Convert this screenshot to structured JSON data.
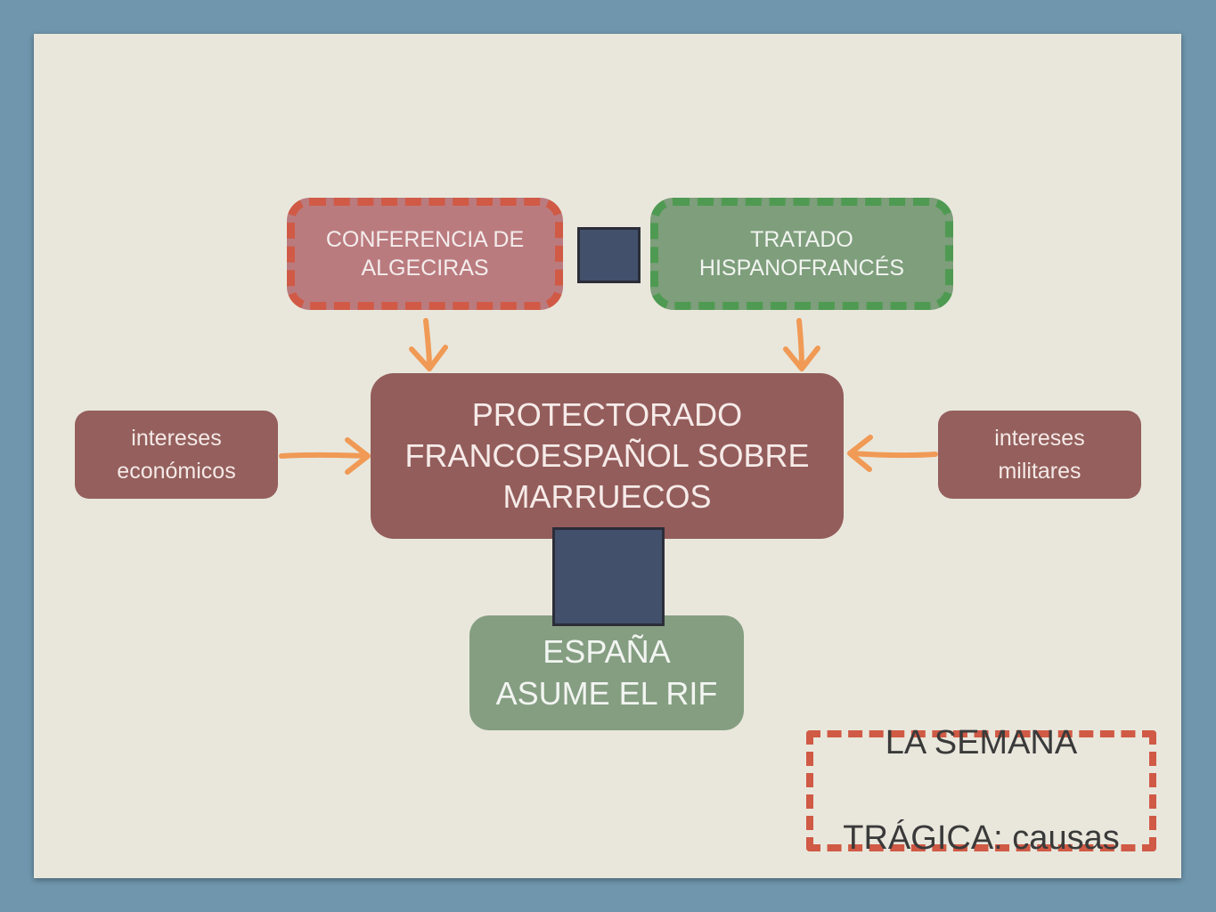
{
  "diagram": {
    "conferencia": "CONFERENCIA DE\nALGECIRAS",
    "tratado": "TRATADO\nHISPANOFRANCÉS",
    "protectorado": "PROTECTORADO\nFRANCOESPAÑOL SOBRE\nMARRUECOS",
    "intereses_economicos": "intereses\neconómicos",
    "intereses_militares": "intereses\nmilitares",
    "espana": "ESPAÑA\nASUME EL RIF"
  },
  "title": {
    "line1": "LA SEMANA",
    "line2_main": "TRÁGICA:",
    "line2_sub": " causas"
  },
  "colors": {
    "arrow": "#f09a56",
    "placeholder": "#42506c",
    "accent_red": "#d05a45",
    "accent_green": "#4f9a52"
  }
}
